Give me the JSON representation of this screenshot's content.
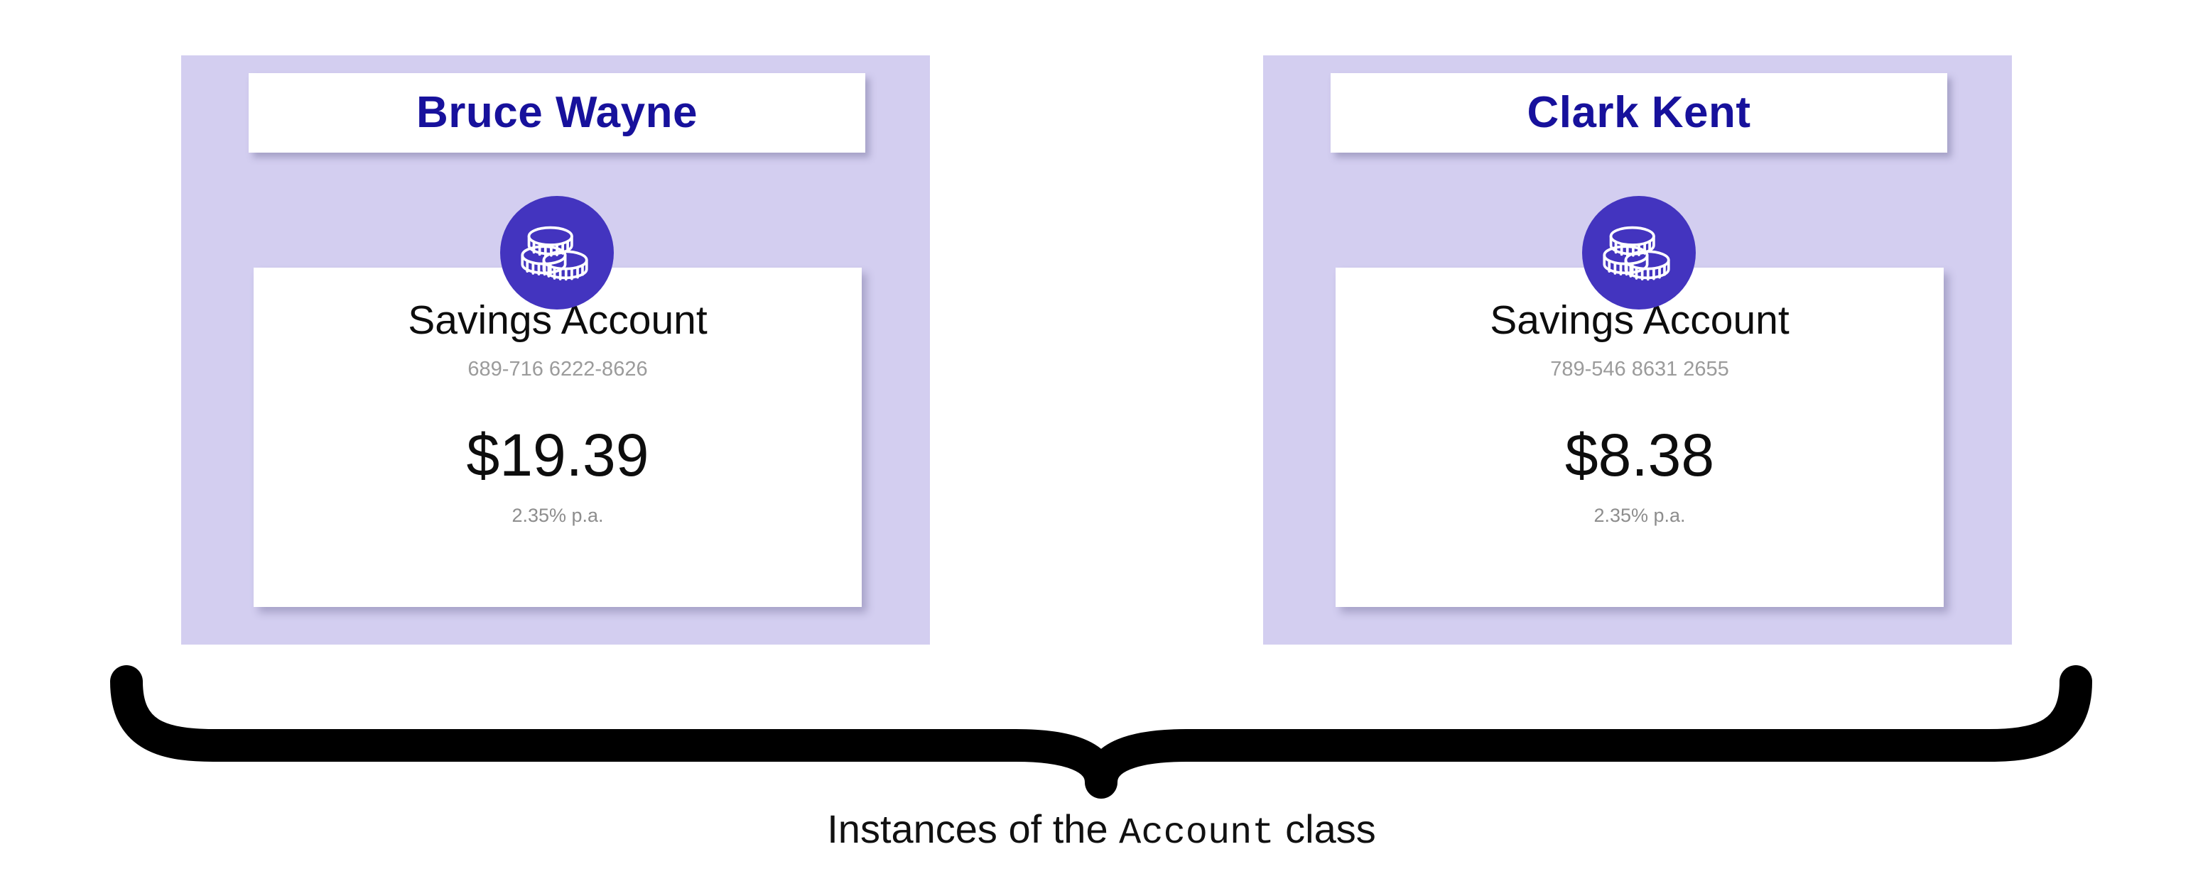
{
  "figure": {
    "caption_prefix": "Instances of the ",
    "caption_class_name": "Account",
    "caption_suffix": " class",
    "brace_label": "instances-brace"
  },
  "theme": {
    "panel_bg": "#d3cef0",
    "badge_bg": "#4334bf",
    "name_text": "#17119c",
    "body_text": "#0d0d0d",
    "muted_text": "#9b9b9b",
    "card_bg": "#ffffff",
    "page_bg": "#ffffff",
    "brace_color": "#000000"
  },
  "instances": [
    {
      "owner_name": "Bruce Wayne",
      "badge_icon": "coin-stack-icon",
      "account_type": "Savings Account",
      "account_number": "689-716 6222-8626",
      "balance": "$19.39",
      "interest_rate": "2.35% p.a."
    },
    {
      "owner_name": "Clark Kent",
      "badge_icon": "coin-stack-icon",
      "account_type": "Savings Account",
      "account_number": "789-546 8631 2655",
      "balance": "$8.38",
      "interest_rate": "2.35% p.a."
    }
  ]
}
